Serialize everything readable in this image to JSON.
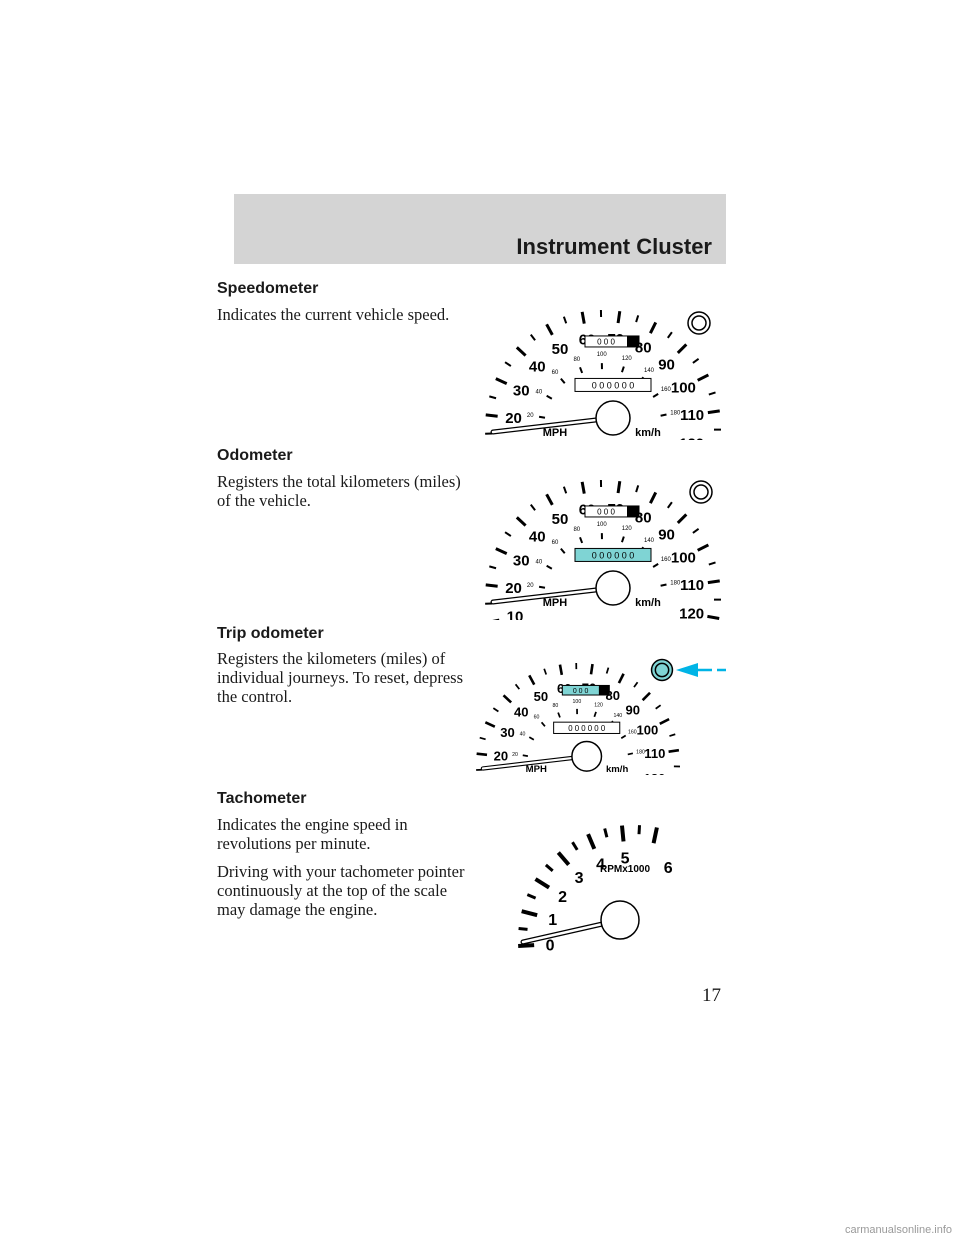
{
  "header": {
    "title": "Instrument Cluster"
  },
  "sections": [
    {
      "heading": "Speedometer",
      "paragraphs": [
        "Indicates the current vehicle speed."
      ]
    },
    {
      "heading": "Odometer",
      "paragraphs": [
        "Registers the total kilometers (miles) of the vehicle."
      ]
    },
    {
      "heading": "Trip odometer",
      "paragraphs": [
        "Registers the kilometers (miles) of individual journeys. To reset, depress the control."
      ]
    },
    {
      "heading": "Tachometer",
      "paragraphs": [
        "Indicates the engine speed in revolutions per minute.",
        "Driving with your tachometer pointer continuously at the top of the scale may damage the engine."
      ]
    }
  ],
  "speedometer": {
    "mph_labels": [
      "10",
      "20",
      "30",
      "40",
      "50",
      "60",
      "70",
      "80",
      "90",
      "100",
      "110",
      "120"
    ],
    "kmh_labels": [
      "20",
      "40",
      "60",
      "80",
      "100",
      "120",
      "140",
      "160",
      "180"
    ],
    "unit_mph": "MPH",
    "unit_kmh": "km/h",
    "trip_digits": "0 0 0",
    "odo_digits": "0 0 0 0 0 0"
  },
  "tachometer": {
    "labels": [
      "0",
      "1",
      "2",
      "3",
      "4",
      "5",
      "6"
    ],
    "unit": "RPMx1000"
  },
  "highlight_color": "#7fd4d4",
  "arrow_color": "#00b4e6",
  "page_number": "17",
  "watermark": "carmanualsonline.info"
}
